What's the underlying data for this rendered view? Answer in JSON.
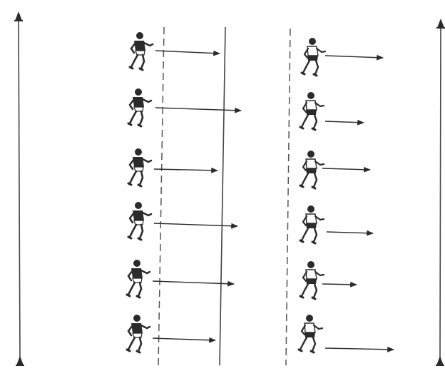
{
  "diagram": {
    "kind": "sprint-drill",
    "colors": {
      "ink": "#2b2b2b",
      "line": "#444444",
      "background": "#ffffff"
    },
    "left_group": {
      "players": 6,
      "shirt": "dark"
    },
    "right_group": {
      "players": 6,
      "shirt": "light"
    },
    "boundary_markers": 4,
    "dashed_start_lines": 2,
    "solid_finish_line": 1
  }
}
